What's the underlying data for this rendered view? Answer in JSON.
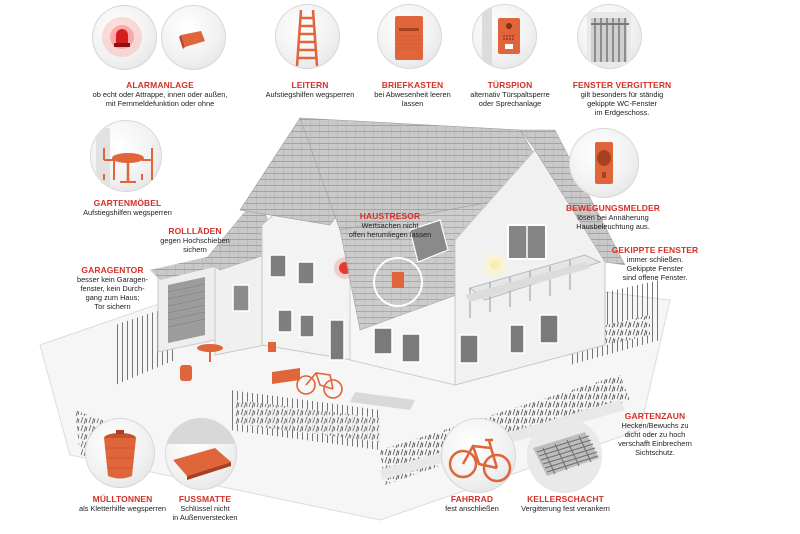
{
  "colors": {
    "accent": "#d2322a",
    "text": "#222222",
    "orange": "#e0653a",
    "wall": "#f2f2f2",
    "roof": "#bfbfbf"
  },
  "labels": {
    "alarmanlage": {
      "title": "ALARMANLAGE",
      "desc": [
        "ob echt oder Attrappe, innen oder außen,",
        "mit Fernmeldefunktion oder ohne"
      ]
    },
    "leitern": {
      "title": "LEITERN",
      "desc": [
        "Aufstiegshilfen wegsperren"
      ]
    },
    "briefkasten": {
      "title": "BRIEFKASTEN",
      "desc": [
        "bei Abwesenheit leeren",
        "lassen"
      ]
    },
    "tuerspion": {
      "title": "TÜRSPION",
      "desc": [
        "alternativ Türspaltsperre",
        "oder Sprechanlage"
      ]
    },
    "fenster_vergittern": {
      "title": "FENSTER VERGITTERN",
      "desc": [
        "gilt besonders für ständig",
        "gekippte WC-Fenster",
        "im Erdgeschoss."
      ]
    },
    "gartenmoebel": {
      "title": "GARTENMÖBEL",
      "desc": [
        "Aufstiegshilfen wegsperren"
      ]
    },
    "rolllaeden": {
      "title": "ROLLLÄDEN",
      "desc": [
        "gegen Hochschieben",
        "sichern"
      ]
    },
    "haustresor": {
      "title": "HAUSTRESOR",
      "desc": [
        "Wertsachen nicht",
        "offen herumliegen lassen"
      ]
    },
    "bewegungsmelder": {
      "title": "BEWEGUNGSMELDER",
      "desc": [
        "lösen bei Annäherung",
        "Hausbeleuchtung aus."
      ]
    },
    "gekippte_fenster": {
      "title": "GEKIPPTE FENSTER",
      "desc": [
        "immer schließen.",
        "Gekippte Fenster",
        "sind offene Fenster."
      ]
    },
    "garagentor": {
      "title": "GARAGENTOR",
      "desc": [
        "besser kein Garagen-",
        "fenster, kein Durch-",
        "gang zum Haus;",
        "Tor sichern"
      ]
    },
    "gartenzaun": {
      "title": "GARTENZAUN",
      "desc": [
        "Hecken/Bewuchs zu",
        "dicht oder zu hoch",
        "verschafft Einbrechern",
        "Sichtschutz."
      ]
    },
    "muelltonnen": {
      "title": "MÜLLTONNEN",
      "desc": [
        "als Kletterhilfe wegsperren"
      ]
    },
    "fussmatte": {
      "title": "FUSSMATTE",
      "desc": [
        "Schlüssel nicht",
        "in Außenverstecken"
      ]
    },
    "fahrrad": {
      "title": "FAHRRAD",
      "desc": [
        "fest anschließen"
      ]
    },
    "kellerschacht": {
      "title": "KELLERSCHACHT",
      "desc": [
        "Vergitterung fest verankern"
      ]
    }
  },
  "icons": [
    "alarm-siren-icon",
    "alarm-box-icon",
    "ladder-icon",
    "mailbox-icon",
    "intercom-icon",
    "window-bars-icon",
    "garden-furniture-icon",
    "motion-sensor-icon",
    "garbage-can-icon",
    "doormat-icon",
    "bicycle-icon",
    "cellar-grate-icon"
  ]
}
